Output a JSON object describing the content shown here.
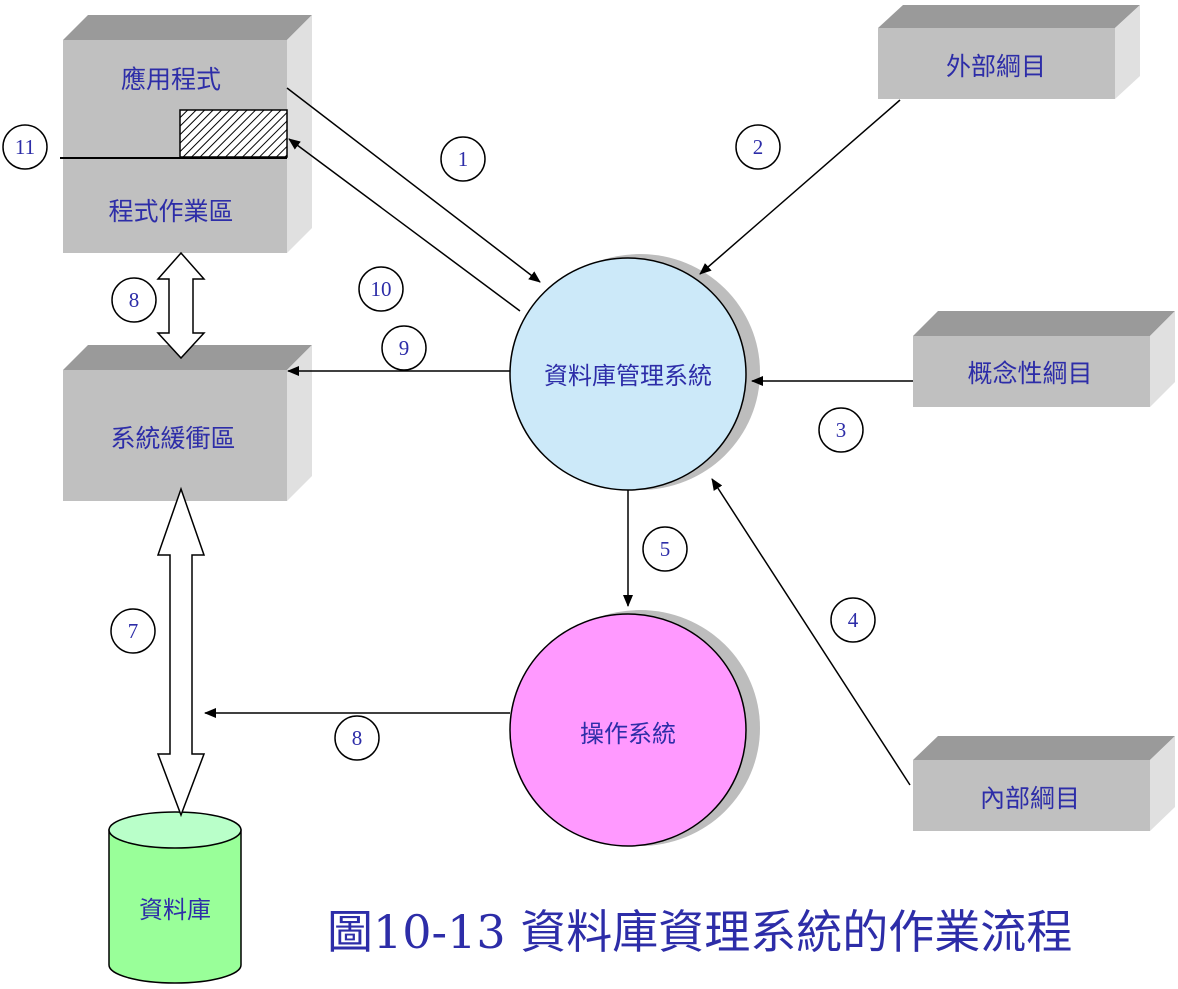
{
  "boxes": {
    "application": "應用程式",
    "work_area": "程式作業區",
    "buffer": "系統緩衝區",
    "external_schema": "外部綱目",
    "conceptual_schema": "概念性綱目",
    "internal_schema": "內部綱目"
  },
  "circles": {
    "dbms": "資料庫管理系統",
    "os": "操作系統"
  },
  "database": "資料庫",
  "steps": [
    "1",
    "2",
    "3",
    "4",
    "5",
    "7",
    "8",
    "8",
    "9",
    "10",
    "11"
  ],
  "title": "圖10-13 資料庫資理系統的作業流程",
  "colors": {
    "box_face": "#c0c0c0",
    "box_top": "#9a9a9a",
    "box_side": "#e0e0e0",
    "dbms_fill": "#cce9f9",
    "os_fill": "#ff99ff",
    "db_fill": "#99ff99",
    "text": "#2d2da8"
  }
}
